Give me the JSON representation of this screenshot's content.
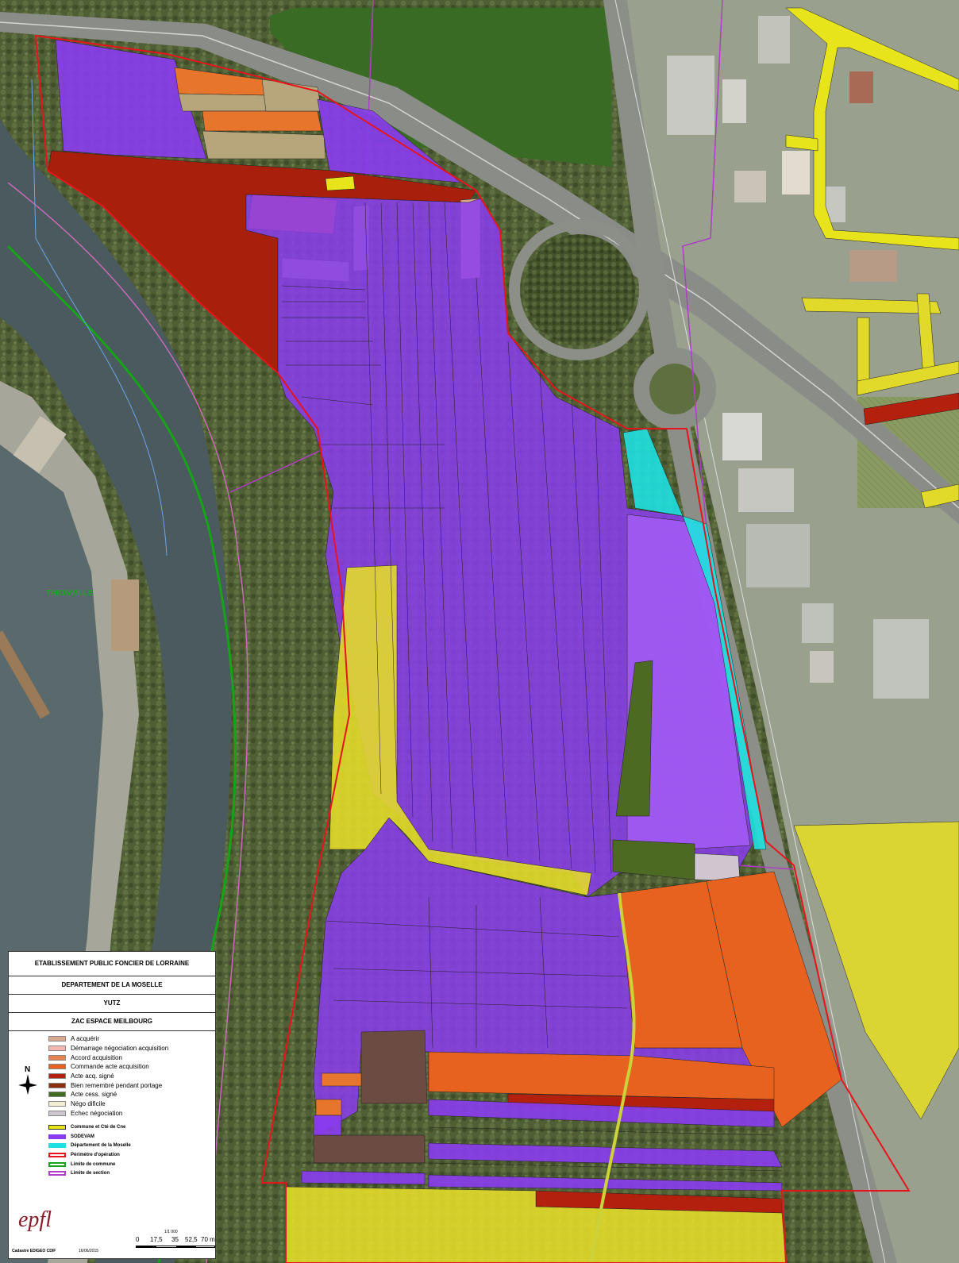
{
  "map": {
    "place_label": "THIONVILLE",
    "colors": {
      "a_acquerir": "#d9a98f",
      "demarrage": "#f5b8b0",
      "accord": "#e6834e",
      "commande": "#e8621f",
      "acte_signe": "#b3200d",
      "bien_remembre": "#8a3010",
      "acte_cess": "#3f6e1e",
      "nego_difficile": "#f4eed4",
      "echec": "#cfc6cf",
      "commune": "#e8e41c",
      "sodevam": "#8a3cf0",
      "departement": "#1fe0e0",
      "perimetre": "#e8141c",
      "limite_commune": "#17a317",
      "limite_section": "#b03cc8"
    }
  },
  "legend": {
    "title": "ETABLISSEMENT PUBLIC FONCIER DE LORRAINE",
    "department": "DEPARTEMENT DE LA MOSELLE",
    "commune": "YUTZ",
    "project": "ZAC ESPACE MEILBOURG",
    "items": [
      {
        "label": "A acquérir",
        "color": "#d9a98f"
      },
      {
        "label": "Démarrage négociation acquisition",
        "color": "#f5b8b0"
      },
      {
        "label": "Accord acquisition",
        "color": "#e6834e"
      },
      {
        "label": "Commande acte acquisition",
        "color": "#e8621f"
      },
      {
        "label": "Acte acq. signé",
        "color": "#b3200d"
      },
      {
        "label": "Bien remembré pendant portage",
        "color": "#8a3010"
      },
      {
        "label": "Acte cess. signé",
        "color": "#3f6e1e"
      },
      {
        "label": "Négo dificile",
        "color": "#f4eed4"
      },
      {
        "label": "Echec négociation",
        "color": "#cfc6cf"
      }
    ],
    "border_items": [
      {
        "label": "Commune et Cté de Cne",
        "color": "#e8e41c",
        "border": "#333333"
      },
      {
        "label": "SODEVAM",
        "color": "#8a3cf0",
        "border": "#8a3cf0"
      },
      {
        "label": "Département de la Moselle",
        "color": "#1fe0e0",
        "border": "#1fe0e0"
      },
      {
        "label": "Périmètre d'opération",
        "color": "#ffffff",
        "border": "#e8141c"
      },
      {
        "label": "Limite de commune",
        "color": "#ffffff",
        "border": "#17a317"
      },
      {
        "label": "Limite de section",
        "color": "#ffffff",
        "border": "#b03cc8"
      }
    ],
    "north_label": "N",
    "logo": "epfl",
    "source": "Cadastre EDIGEO CDIF",
    "date": "16/06/2015",
    "scale_ratio": "1/1 000",
    "scale_ticks": [
      "0",
      "17,5",
      "35",
      "52,5",
      "70 m"
    ]
  }
}
